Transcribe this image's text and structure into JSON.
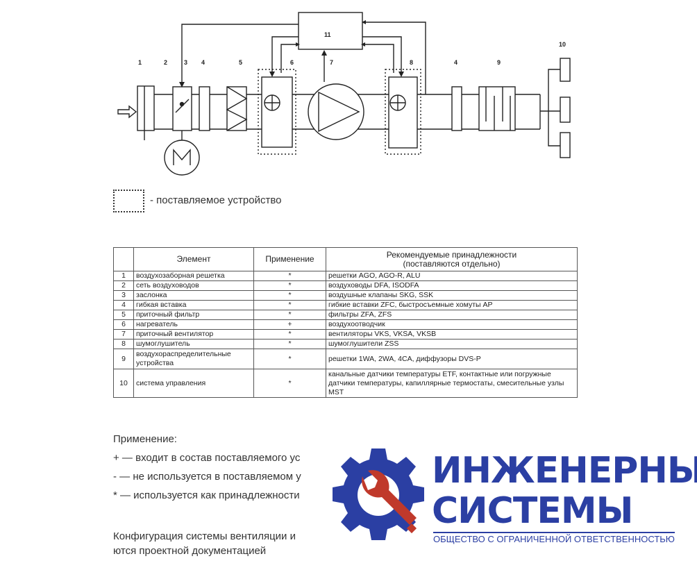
{
  "diagram": {
    "labels": {
      "n1": "1",
      "n2": "2",
      "n3": "3",
      "n4a": "4",
      "n5": "5",
      "n6": "6",
      "n7": "7",
      "n8": "8",
      "n4b": "4",
      "n9": "9",
      "n10": "10",
      "n11": "11"
    }
  },
  "legend": {
    "text": "- поставляемое устройство"
  },
  "table": {
    "headers": {
      "num": "",
      "element": "Элемент",
      "application": "Применение",
      "accessories_line1": "Рекомендуемые принадлежности",
      "accessories_line2": "(поставляются отдельно)"
    },
    "rows": [
      {
        "num": "1",
        "element": "воздухозаборная  решетка",
        "application": "*",
        "accessories": "решетки AGO, AGO-R, ALU"
      },
      {
        "num": "2",
        "element": "сеть воздуховодов",
        "application": "*",
        "accessories": "воздуховоды DFA, ISODFA"
      },
      {
        "num": "3",
        "element": "заслонка",
        "application": "*",
        "accessories": "воздушные клапаны SKG, SSK"
      },
      {
        "num": "4",
        "element": "гибкая вставка",
        "application": "*",
        "accessories": "гибкие вставки ZFC, быстросъемные хомуты AP"
      },
      {
        "num": "5",
        "element": "приточный фильтр",
        "application": "*",
        "accessories": "фильтры ZFA, ZFS"
      },
      {
        "num": "6",
        "element": "нагреватель",
        "application": "+",
        "accessories": "воздухоотводчик"
      },
      {
        "num": "7",
        "element": "приточный вентилятор",
        "application": "*",
        "accessories": "вентиляторы VKS, VKSA, VKSB"
      },
      {
        "num": "8",
        "element": "шумоглушитель",
        "application": "*",
        "accessories": "шумоглушители ZSS"
      },
      {
        "num": "9",
        "element": "воздухораспределительные устройства",
        "application": "*",
        "accessories": "решетки 1WA, 2WA, 4CA, диффузоры DVS-P"
      },
      {
        "num": "10",
        "element": "система управления",
        "application": "*",
        "accessories": "канальные датчики температуры ETF, контактные или погружные датчики температуры, капиллярные термостаты, смесительные узлы MST"
      }
    ]
  },
  "application_notes": {
    "title": "Применение:",
    "plus": "+ — входит в состав поставляемого ус",
    "minus": "- — не используется в поставляемом у",
    "star": "* — используется как принадлежности",
    "config_line1": "Конфигурация системы вентиляции и",
    "config_line2": "ются проектной документацией"
  },
  "logo": {
    "line1": "ИНЖЕНЕРНЫЕ",
    "line2": "СИСТЕМЫ",
    "subtitle": "ОБЩЕСТВО С ОГРАНИЧЕННОЙ ОТВЕТСТВЕННОСТЬЮ",
    "colors": {
      "text": "#2b3fa3",
      "gear": "#2b3fa3",
      "wrench": "#c0392b"
    }
  }
}
